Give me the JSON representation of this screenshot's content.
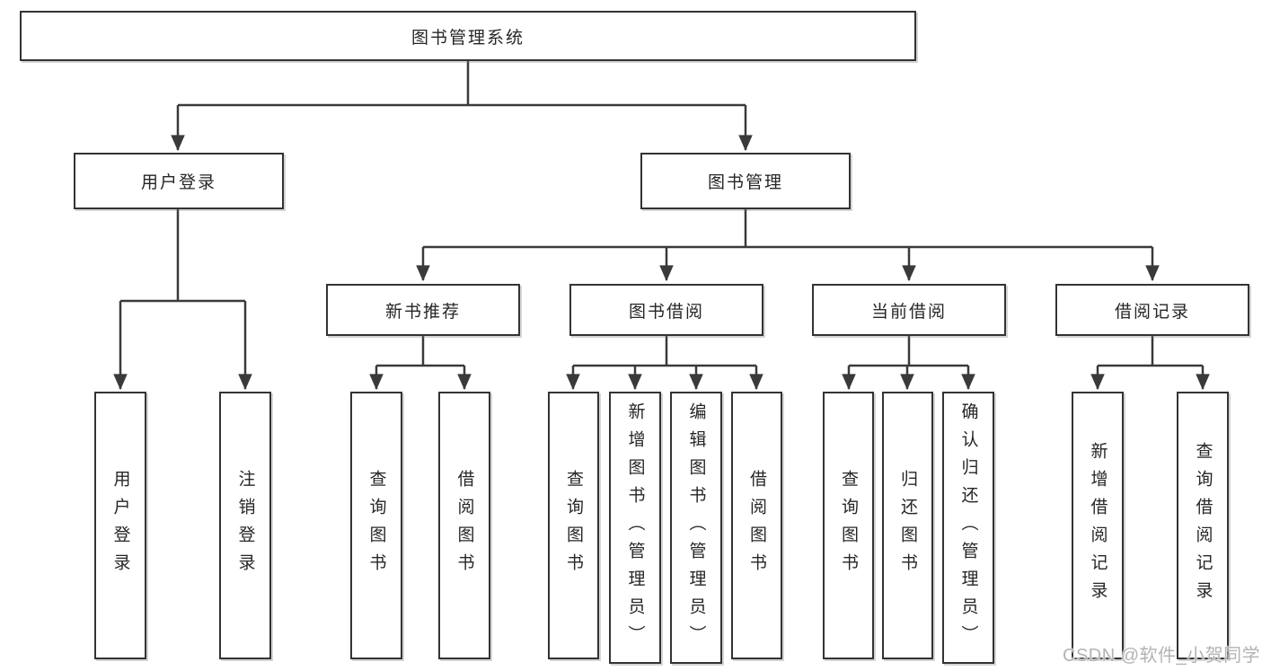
{
  "tree": {
    "label": "图书管理系统",
    "children": [
      {
        "label": "用户登录",
        "children": [
          {
            "label": "用户登录"
          },
          {
            "label": "注销登录"
          }
        ]
      },
      {
        "label": "图书管理",
        "children": [
          {
            "label": "新书推荐",
            "children": [
              {
                "label": "查询图书"
              },
              {
                "label": "借阅图书"
              }
            ]
          },
          {
            "label": "图书借阅",
            "children": [
              {
                "label": "查询图书"
              },
              {
                "label": "新增图书（管理员）"
              },
              {
                "label": "编辑图书（管理员）"
              },
              {
                "label": "借阅图书"
              }
            ]
          },
          {
            "label": "当前借阅",
            "children": [
              {
                "label": "查询图书"
              },
              {
                "label": "归还图书"
              },
              {
                "label": "确认归还（管理员）"
              }
            ]
          },
          {
            "label": "借阅记录",
            "children": [
              {
                "label": "新增借阅记录"
              },
              {
                "label": "查询借阅记录"
              }
            ]
          }
        ]
      }
    ]
  },
  "watermark": "CSDN @软件_小贺同学",
  "colors": {
    "line": "#3a3a3a",
    "box_border": "#333333",
    "text": "#262626",
    "watermark": "#b3b3b3",
    "background": "#ffffff"
  }
}
